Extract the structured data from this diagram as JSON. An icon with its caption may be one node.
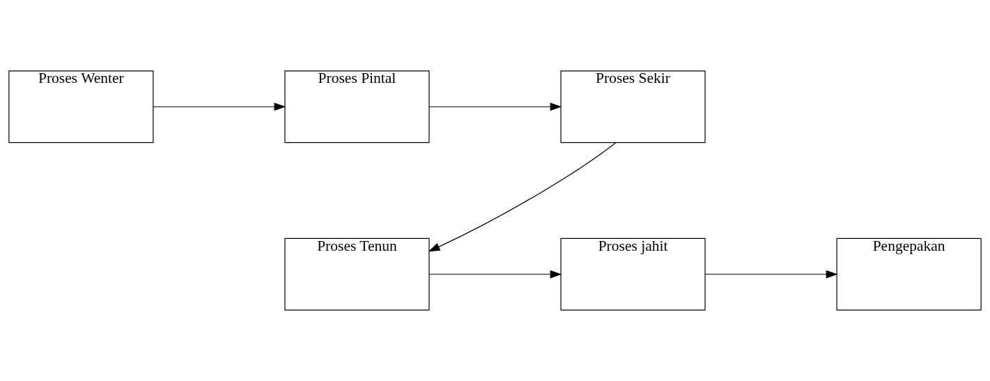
{
  "diagram": {
    "nodes": [
      {
        "text": [
          "Proses Wenter"
        ]
      },
      {
        "text": [
          "Proses Pintal"
        ]
      },
      {
        "text": [
          "Proses Sekir"
        ]
      },
      {
        "text": [
          "Proses Tenun"
        ]
      },
      {
        "text": [
          "Proses jahit"
        ]
      },
      {
        "text": [
          "Pengepakan"
        ]
      }
    ],
    "edges": [
      {
        "from": 0,
        "to": 1,
        "arrow": "to"
      },
      {
        "from": 1,
        "to": 2,
        "arrow": "to"
      },
      {
        "from": 2,
        "to": 3,
        "arrow": "to"
      },
      {
        "from": 3,
        "to": 4,
        "arrow": "to"
      },
      {
        "from": 4,
        "to": 5,
        "arrow": "to"
      }
    ]
  }
}
